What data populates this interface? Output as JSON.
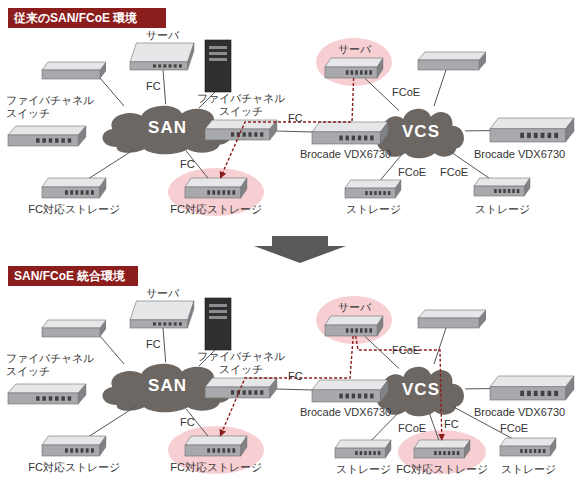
{
  "diagram": {
    "nodes": [
      {
        "text": [
          "従来のSAN/FCoE 環境"
        ]
      },
      {
        "text": [
          "サーバ"
        ]
      },
      {
        "text": [
          "ファイバチャネル スイッチ"
        ]
      },
      {
        "text": [
          "SAN"
        ]
      },
      {
        "text": [
          "ファイバチャネル スイッチ"
        ]
      },
      {
        "text": [
          "FC対応ストレージ"
        ]
      },
      {
        "text": [
          "FC対応ストレージ"
        ]
      },
      {
        "text": [
          "サーバ"
        ]
      },
      {
        "text": [
          "VCS"
        ]
      },
      {
        "text": [
          "Brocade VDX6730"
        ]
      },
      {
        "text": [
          "Brocade VDX6730"
        ]
      },
      {
        "text": [
          "ストレージ"
        ]
      },
      {
        "text": [
          "ストレージ"
        ]
      },
      {
        "text": [
          "SAN/FCoE 統合環境"
        ]
      },
      {
        "text": [
          "サーバ"
        ]
      },
      {
        "text": [
          "ファイバチャネル スイッチ"
        ]
      },
      {
        "text": [
          "SAN"
        ]
      },
      {
        "text": [
          "ファイバチャネル スイッチ"
        ]
      },
      {
        "text": [
          "FC対応ストレージ"
        ]
      },
      {
        "text": [
          "FC対応ストレージ"
        ]
      },
      {
        "text": [
          "サーバ"
        ]
      },
      {
        "text": [
          "VCS"
        ]
      },
      {
        "text": [
          "Brocade VDX6730"
        ]
      },
      {
        "text": [
          "Brocade VDX6730"
        ]
      },
      {
        "text": [
          "ストレージ"
        ]
      },
      {
        "text": [
          "FC対応ストレージ"
        ]
      },
      {
        "text": [
          "ストレージ"
        ]
      }
    ],
    "edges": [
      {
        "from": 1,
        "to": 3,
        "arrow": "none",
        "label": "FC"
      },
      {
        "from": 3,
        "to": 5,
        "arrow": "none"
      },
      {
        "from": 3,
        "to": 6,
        "arrow": "none",
        "label": "FC"
      },
      {
        "from": 4,
        "to": 9,
        "arrow": "none",
        "label": "FC"
      },
      {
        "from": 7,
        "to": 8,
        "arrow": "none",
        "label": "FCoE"
      },
      {
        "from": 8,
        "to": 10,
        "arrow": "none"
      },
      {
        "from": 8,
        "to": 11,
        "arrow": "none",
        "label": "FCoE"
      },
      {
        "from": 8,
        "to": 12,
        "arrow": "none",
        "label": "FCoE"
      },
      {
        "from": 7,
        "to": 6,
        "arrow": "to"
      },
      {
        "from": 14,
        "to": 16,
        "arrow": "none",
        "label": "FC"
      },
      {
        "from": 16,
        "to": 18,
        "arrow": "none"
      },
      {
        "from": 16,
        "to": 19,
        "arrow": "none",
        "label": "FC"
      },
      {
        "from": 17,
        "to": 22,
        "arrow": "none",
        "label": "FC"
      },
      {
        "from": 20,
        "to": 21,
        "arrow": "none",
        "label": "FCoE"
      },
      {
        "from": 21,
        "to": 23,
        "arrow": "none"
      },
      {
        "from": 21,
        "to": 24,
        "arrow": "none",
        "label": "FCoE"
      },
      {
        "from": 21,
        "to": 25,
        "arrow": "none",
        "label": "FC"
      },
      {
        "from": 21,
        "to": 26,
        "arrow": "none",
        "label": "FCoE"
      },
      {
        "from": 20,
        "to": 19,
        "arrow": "to"
      },
      {
        "from": 20,
        "to": 25,
        "arrow": "to"
      }
    ]
  }
}
